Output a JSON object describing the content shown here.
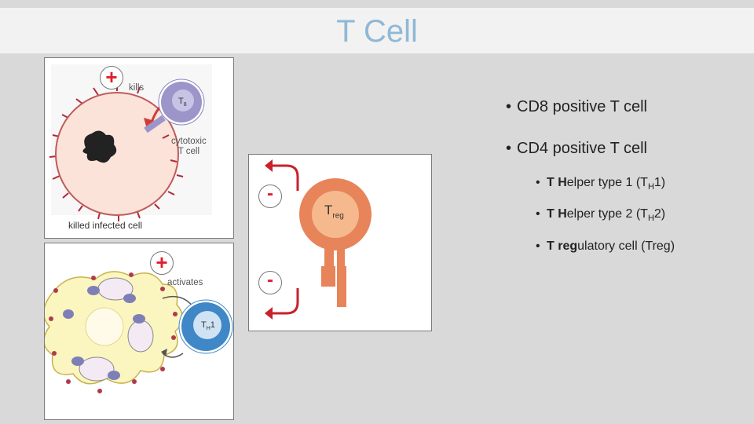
{
  "slide": {
    "title": "T Cell"
  },
  "figures": {
    "cytotoxic": {
      "sign": "+",
      "kills_label": "kills",
      "cell_label": "T",
      "cell_sub": "8",
      "cytotoxic_label_1": "cytotoxic",
      "cytotoxic_label_2": "T cell",
      "caption": "killed infected cell"
    },
    "helper": {
      "sign": "+",
      "activates_label": "activates",
      "cell_label": "T",
      "cell_sub": "H",
      "cell_num": "1"
    },
    "treg": {
      "sign_top": "-",
      "sign_bottom": "-",
      "cell_label": "T",
      "cell_sub": "reg"
    }
  },
  "bullets": {
    "cd8": "CD8 positive T cell",
    "cd4": "CD4 positive T cell",
    "th1": {
      "prefix_bold": "T H",
      "prefix_rest": "elper type 1 (T",
      "sub": "H",
      "suffix": "1)"
    },
    "th2": {
      "prefix_bold": "T H",
      "prefix_rest": "elper type 2 (T",
      "sub": "H",
      "suffix": "2)"
    },
    "treg": {
      "bold1": "T",
      "mid": " ",
      "bold2": "reg",
      "rest": "ulatory cell (Treg)"
    }
  },
  "colors": {
    "title": "#8fb8d6",
    "sign": "#e0202e",
    "treg_cell": "#e8845a",
    "th1_cell": "#3f87c6",
    "cyto_cell": "#9b95c9"
  }
}
